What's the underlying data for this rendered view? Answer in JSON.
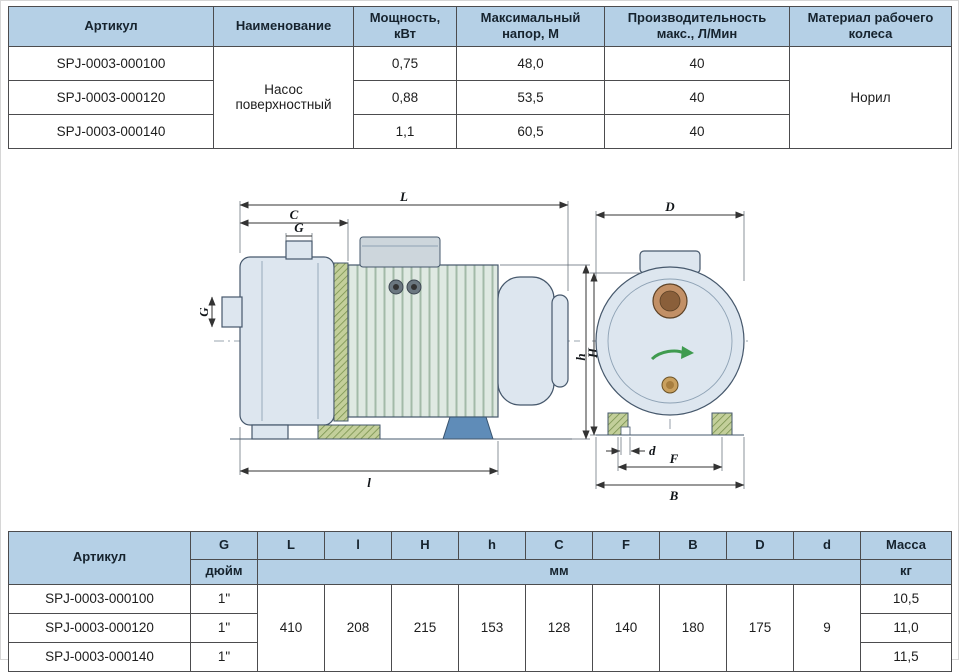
{
  "top_table": {
    "headers": {
      "article": "Артикул",
      "name": "Наименование",
      "power": "Мощность, кВт",
      "head": "Максимальный напор, М",
      "capacity": "Производительность макс., Л/Мин",
      "material": "Материал рабочего колеса"
    },
    "merged": {
      "name": "Насос поверхностный",
      "material": "Норил"
    },
    "rows": [
      {
        "article": "SPJ-0003-000100",
        "power": "0,75",
        "head": "48,0",
        "capacity": "40"
      },
      {
        "article": "SPJ-0003-000120",
        "power": "0,88",
        "head": "53,5",
        "capacity": "40"
      },
      {
        "article": "SPJ-0003-000140",
        "power": "1,1",
        "head": "60,5",
        "capacity": "40"
      }
    ]
  },
  "drawing": {
    "labels": {
      "L": "L",
      "C": "C",
      "G": "G",
      "H": "H",
      "l": "l",
      "D": "D",
      "h": "h",
      "d": "d",
      "F": "F",
      "B": "B"
    }
  },
  "bottom_table": {
    "headers": {
      "article": "Артикул",
      "G": "G",
      "L": "L",
      "l": "l",
      "H": "H",
      "h": "h",
      "C": "C",
      "F": "F",
      "B": "B",
      "D": "D",
      "d": "d",
      "mass": "Масса",
      "unit_inch": "дюйм",
      "unit_mm": "мм",
      "unit_kg": "кг"
    },
    "dims": {
      "L": "410",
      "l": "208",
      "H": "215",
      "h": "153",
      "C": "128",
      "F": "140",
      "B": "180",
      "D": "175",
      "d": "9"
    },
    "rows": [
      {
        "article": "SPJ-0003-000100",
        "G": "1\"",
        "mass": "10,5"
      },
      {
        "article": "SPJ-0003-000120",
        "G": "1\"",
        "mass": "11,0"
      },
      {
        "article": "SPJ-0003-000140",
        "G": "1\"",
        "mass": "11,5"
      }
    ]
  }
}
